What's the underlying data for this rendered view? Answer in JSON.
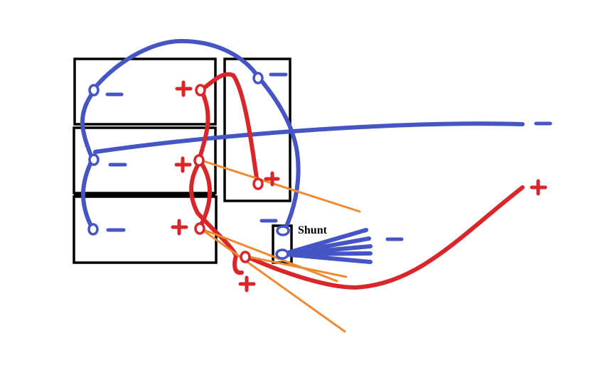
{
  "shunt": {
    "label": "Shunt"
  },
  "colors": {
    "negative": "#4556c4",
    "positive": "#d9262a",
    "branch": "#f08a30",
    "outline": "#000000"
  },
  "components": [
    "battery-1",
    "battery-2",
    "battery-3",
    "battery-4",
    "shunt"
  ]
}
